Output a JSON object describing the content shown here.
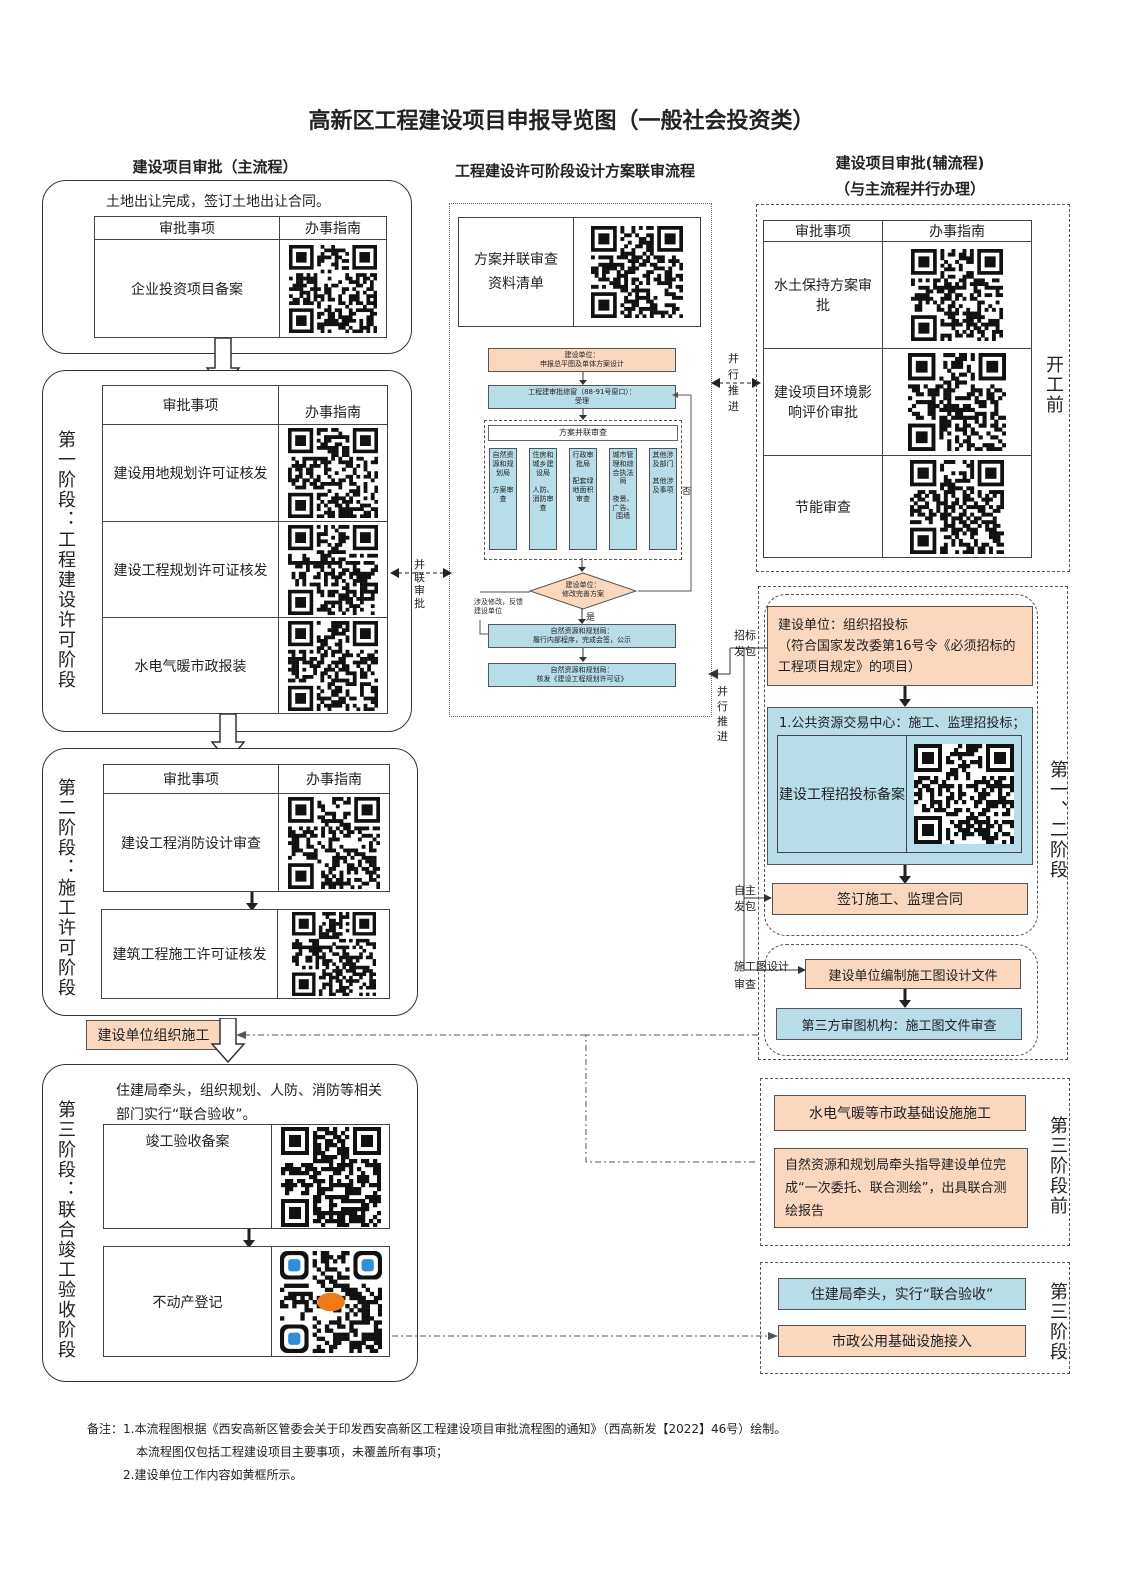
{
  "title": "高新区工程建设项目申报导览图（一般社会投资类）",
  "left_header": "建设项目审批（主流程）",
  "middle_header": "工程建设许可阶段设计方案联审流程",
  "right_header_line1": "建设项目审批(辅流程)",
  "right_header_line2": "（与主流程并行办理）",
  "col_item": "审批事项",
  "col_guide": "办事指南",
  "stage0": {
    "intro": "土地出让完成，签订土地出让合同。",
    "item": "企业投资项目备案"
  },
  "stage1": {
    "label": "第一阶段：工程建设许可阶段",
    "items": [
      "建设用地规划许可证核发",
      "建设工程规划许可证核发",
      "水电气暖市政报装"
    ]
  },
  "stage2": {
    "label": "第二阶段：施工许可阶段",
    "items": [
      "建设工程消防设计审查",
      "建筑工程施工许可证核发"
    ]
  },
  "construct": "建设单位组织施工",
  "stage3": {
    "label": "第三阶段：联合竣工验收阶段",
    "intro_line1": "住建局牵头，组织规划、人防、消防等相关",
    "intro_line2": "部门实行“联合验收”。",
    "items": [
      "竣工验收备案",
      "不动产登记"
    ]
  },
  "middle": {
    "checklist": "方案并联审查资料清单",
    "step1_line1": "建设单位：",
    "step1_line2": "申报总平图及单体方案设计",
    "step2_line1": "工程建审批综窗（88-91号窗口）：",
    "step2_line2": "受理",
    "parallel_title": "方案并联审查",
    "depts": [
      "自然资源和规划局\n\n方案审查",
      "住房和城乡建设局\n\n人防、消防审查",
      "行政审批局\n\n配套绿地面积审查",
      "城市管理和综合执法局\n\n夜景、广告、围墙",
      "其他涉及部门\n\n其他涉及事项"
    ],
    "no": "否",
    "yes": "是",
    "diamond_line1": "建设单位：",
    "diamond_line2": "修改完善方案",
    "feedback_line1": "涉及修改，反馈",
    "feedback_line2": "建设单位",
    "step3_line1": "自然资源和规划局：",
    "step3_line2": "履行内部程序，完成会签，公示",
    "step4_line1": "自然资源和规划局：",
    "step4_line2": "核发《建设工程规划许可证》"
  },
  "link_parallel_review": "并联审批",
  "link_parallel_push": "并行推进",
  "right": {
    "pre_label": "开工前",
    "pre_items": [
      "水土保持方案审批",
      "建设项目环境影响评价审批",
      "节能审查"
    ],
    "s12_label": "第一、二阶段",
    "bid_org_line1": "建设单位：组织招投标",
    "bid_org_line2": "（符合国家发改委第16号令《必须招标的",
    "bid_org_line3": "工程项目规定》的项目）",
    "bid_center": "1.公共资源交易中心：施工、监理招投标；",
    "bid_record": "建设工程招投标备案",
    "sign_contract": "签订施工、监理合同",
    "drawing_prep": "建设单位编制施工图设计文件",
    "drawing_review": "第三方审图机构：施工图文件审查",
    "bid_label": "招标发包",
    "self_label": "自主发包",
    "drawing_label": "施工图设计审查",
    "push_label": "并行推进",
    "s3pre_label": "第三阶段前",
    "utility": "水电气暖等市政基础设施施工",
    "survey_line1": "自然资源和规划局牵头指导建设单位完",
    "survey_line2": "成“一次委托、联合测绘”，出具联合测",
    "survey_line3": "绘报告",
    "s3_label": "第三阶段",
    "joint_accept": "住建局牵头，实行“联合验收”",
    "municipal_connect": "市政公用基础设施接入"
  },
  "notes": [
    "备注：1.本流程图根据《西安高新区管委会关于印发西安高新区工程建设项目审批流程图的通知》（西高新发【2022】46号）绘制。",
    "本流程图仅包括工程建设项目主要事项，未覆盖所有事项；",
    "2.建设单位工作内容如黄框所示。"
  ],
  "colors": {
    "orange": "#fad7bd",
    "blue": "#b7dde8"
  }
}
